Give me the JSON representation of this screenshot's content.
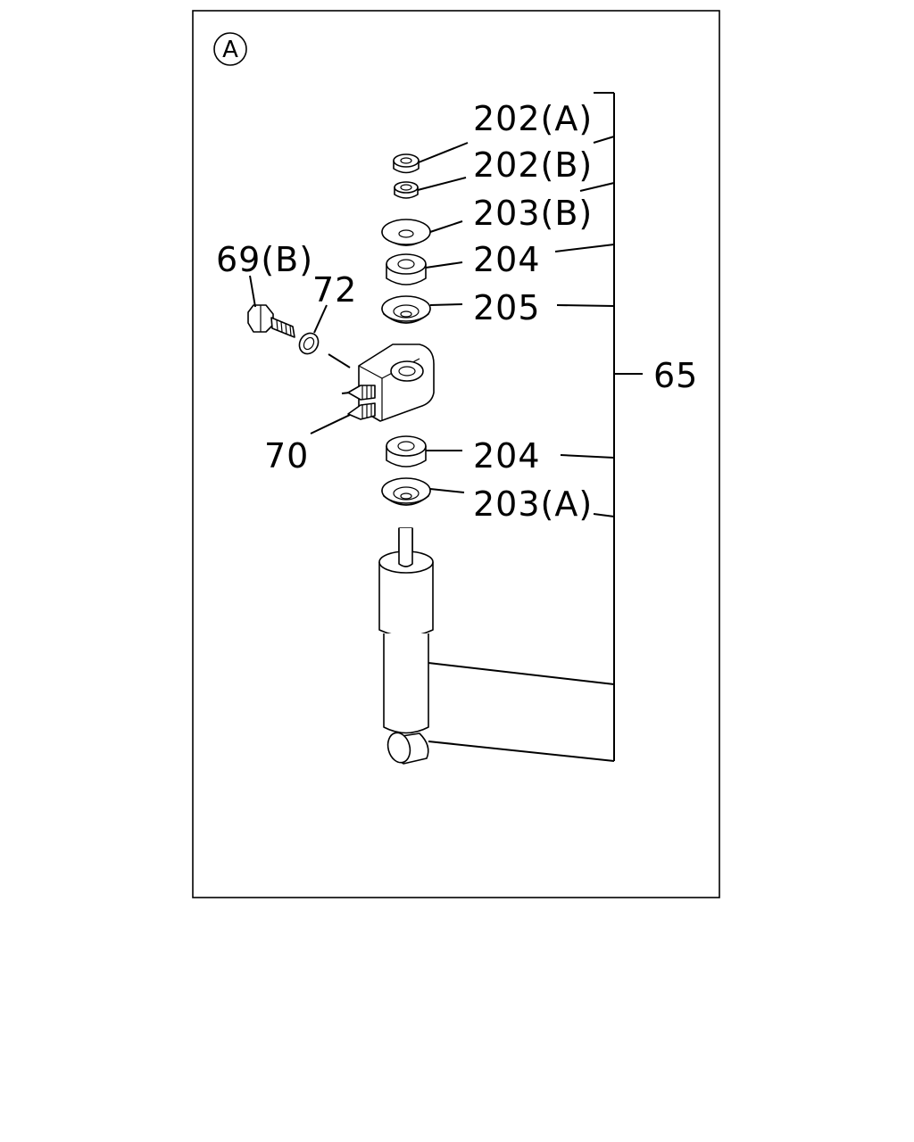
{
  "diagram": {
    "view_marker": "A",
    "callouts": {
      "c202a": "202(A)",
      "c202b": "202(B)",
      "c203b": "203(B)",
      "c204_top": "204",
      "c205": "205",
      "c65": "65",
      "c69b": "69(B)",
      "c72": "72",
      "c70": "70",
      "c204_bottom": "204",
      "c203a": "203(A)"
    }
  }
}
